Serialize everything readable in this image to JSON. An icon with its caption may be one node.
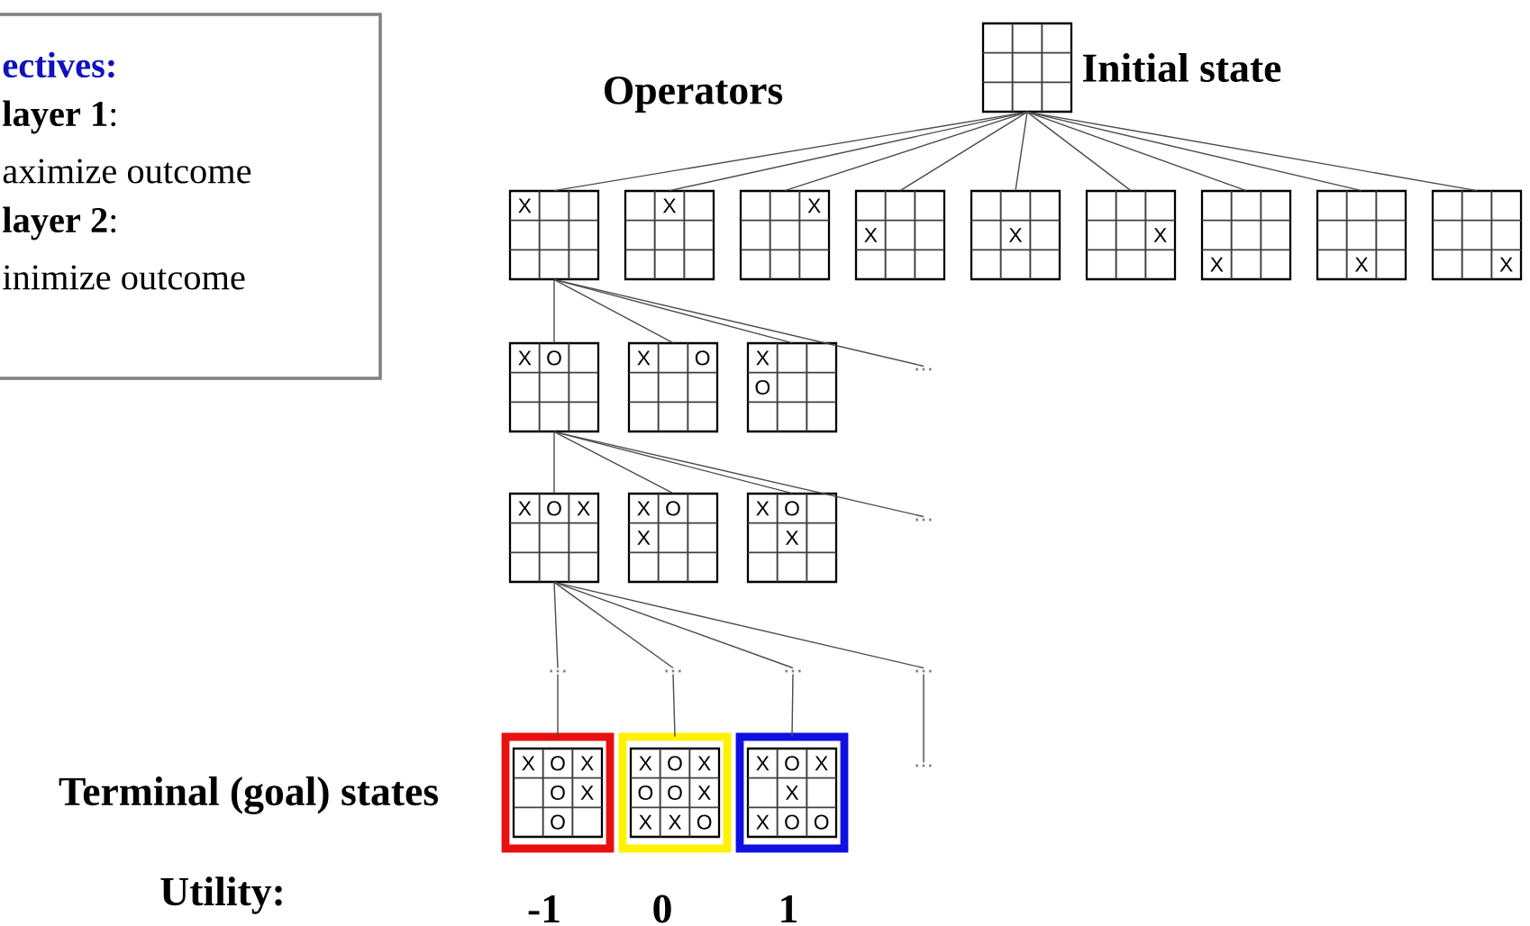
{
  "diagram": {
    "nodes": [
      {
        "text": [
          "ectives:",
          "**layer 1**:",
          "aximize outcome",
          "**layer 2**:",
          "inimize outcome"
        ]
      },
      {
        "text": [],
        "shape": "box",
        "beside": [
          "Initial state"
        ]
      },
      {
        "text": [
          "X"
        ]
      },
      {
        "text": [
          "X"
        ]
      },
      {
        "text": [
          "X"
        ]
      },
      {
        "text": [
          "X"
        ]
      },
      {
        "text": [
          "X"
        ]
      },
      {
        "text": [
          "X"
        ]
      },
      {
        "text": [
          "X"
        ]
      },
      {
        "text": [
          "X"
        ]
      },
      {
        "text": [
          "X"
        ]
      },
      {
        "text": [
          "X",
          "O"
        ]
      },
      {
        "text": [
          "X",
          "O"
        ]
      },
      {
        "text": [
          "X",
          "O"
        ]
      },
      {
        "text": [
          "..."
        ]
      },
      {
        "text": [
          "X",
          "O",
          "X"
        ]
      },
      {
        "text": [
          "X",
          "O",
          "X"
        ]
      },
      {
        "text": [
          "X",
          "O",
          "X"
        ]
      },
      {
        "text": [
          "..."
        ]
      },
      {
        "text": [
          "..."
        ]
      },
      {
        "text": [
          "..."
        ]
      },
      {
        "text": [
          "..."
        ]
      },
      {
        "text": [
          "..."
        ]
      },
      {
        "text": [
          "X",
          "O",
          "X",
          "O",
          "X",
          "O"
        ]
      },
      {
        "text": [
          "X",
          "O",
          "X",
          "O",
          "O",
          "X",
          "X",
          "X",
          "O"
        ]
      },
      {
        "text": [
          "X",
          "O",
          "X",
          "X",
          "X",
          "O",
          "O"
        ]
      },
      {
        "text": [
          "..."
        ]
      }
    ],
    "edges": [
      {
        "from": 1,
        "to": 2,
        "arrow": "none"
      },
      {
        "from": 1,
        "to": 3,
        "arrow": "none"
      },
      {
        "from": 1,
        "to": 4,
        "arrow": "none"
      },
      {
        "from": 1,
        "to": 5,
        "arrow": "none"
      },
      {
        "from": 1,
        "to": 6,
        "arrow": "none"
      },
      {
        "from": 1,
        "to": 7,
        "arrow": "none"
      },
      {
        "from": 1,
        "to": 8,
        "arrow": "none"
      },
      {
        "from": 1,
        "to": 9,
        "arrow": "none"
      },
      {
        "from": 1,
        "to": 10,
        "arrow": "none"
      },
      {
        "from": 2,
        "to": 11,
        "arrow": "none"
      },
      {
        "from": 2,
        "to": 12,
        "arrow": "none"
      },
      {
        "from": 2,
        "to": 13,
        "arrow": "none"
      },
      {
        "from": 2,
        "to": 14,
        "arrow": "none"
      },
      {
        "from": 11,
        "to": 15,
        "arrow": "none"
      },
      {
        "from": 11,
        "to": 16,
        "arrow": "none"
      },
      {
        "from": 11,
        "to": 17,
        "arrow": "none"
      },
      {
        "from": 11,
        "to": 18,
        "arrow": "none"
      },
      {
        "from": 15,
        "to": 19,
        "arrow": "none"
      },
      {
        "from": 15,
        "to": 20,
        "arrow": "none"
      },
      {
        "from": 15,
        "to": 21,
        "arrow": "none"
      },
      {
        "from": 15,
        "to": 22,
        "arrow": "none"
      },
      {
        "from": 19,
        "to": 23,
        "arrow": "none"
      },
      {
        "from": 20,
        "to": 24,
        "arrow": "none"
      },
      {
        "from": 21,
        "to": 25,
        "arrow": "none"
      },
      {
        "from": 22,
        "to": 26,
        "arrow": "none"
      }
    ],
    "labels": [
      "Operators",
      "Terminal (goal) states",
      "Utility:",
      "-1",
      "0",
      "1"
    ]
  }
}
